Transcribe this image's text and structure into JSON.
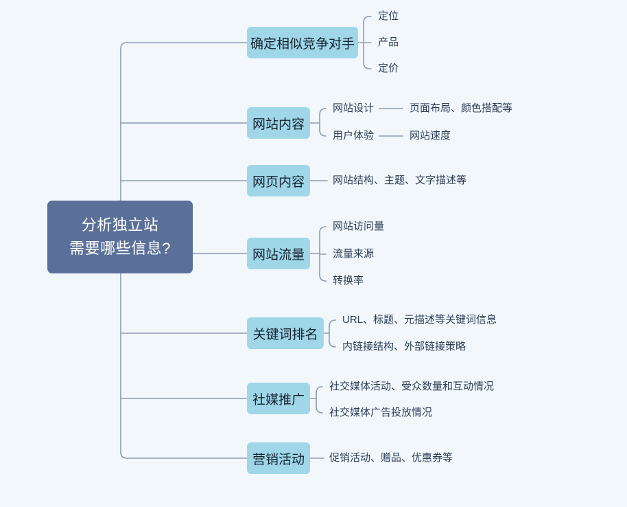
{
  "canvas": {
    "background": "#f2f7fc",
    "connector_color": "#8a9bb0",
    "root_fill": "#5b7098",
    "root_text_color": "#ffffff",
    "branch_fill": "#9fd7e9",
    "branch_text_color": "#14202b",
    "leaf_text_color": "#2c3e55"
  },
  "root": {
    "line1": "分析独立站",
    "line2": "需要哪些信息?"
  },
  "branches": [
    {
      "label": "确定相似竞争对手",
      "leaves": [
        {
          "label": "定位",
          "children": []
        },
        {
          "label": "产品",
          "children": []
        },
        {
          "label": "定价",
          "children": []
        }
      ]
    },
    {
      "label": "网站内容",
      "leaves": [
        {
          "label": "网站设计",
          "children": [
            "页面布局、颜色搭配等"
          ]
        },
        {
          "label": "用户体验",
          "children": [
            "网站速度"
          ]
        }
      ]
    },
    {
      "label": "网页内容",
      "leaves": [
        {
          "label": "网站结构、主题、文字描述等",
          "children": []
        }
      ]
    },
    {
      "label": "网站流量",
      "leaves": [
        {
          "label": "网站访问量",
          "children": []
        },
        {
          "label": "流量来源",
          "children": []
        },
        {
          "label": "转换率",
          "children": []
        }
      ]
    },
    {
      "label": "关键词排名",
      "leaves": [
        {
          "label": "URL、标题、元描述等关键词信息",
          "children": []
        },
        {
          "label": "内链接结构、外部链接策略",
          "children": []
        }
      ]
    },
    {
      "label": "社媒推广",
      "leaves": [
        {
          "label": "社交媒体活动、受众数量和互动情况",
          "children": []
        },
        {
          "label": "社交媒体广告投放情况",
          "children": []
        }
      ]
    },
    {
      "label": "营销活动",
      "leaves": [
        {
          "label": "促销活动、赠品、优惠券等",
          "children": []
        }
      ]
    }
  ]
}
